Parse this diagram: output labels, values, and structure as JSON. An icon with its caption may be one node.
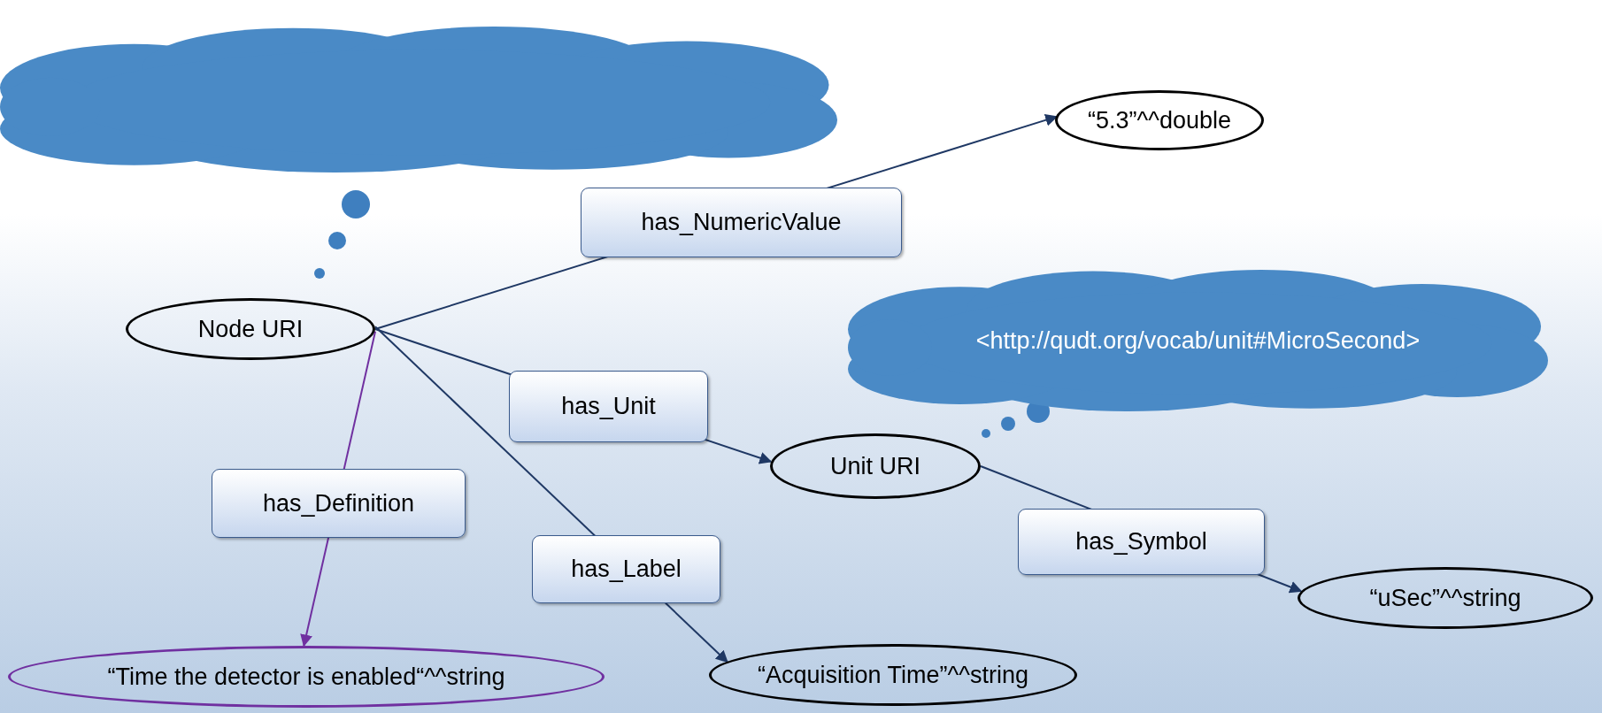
{
  "diagram": {
    "nodes": [
      {
        "text": [],
        "shape": "cloud"
      },
      {
        "text": [
          "Node URI"
        ]
      },
      {
        "text": [
          "“5.3”^^double"
        ]
      },
      {
        "text": [
          "<http://qudt.org/vocab/unit#MicroSecond>"
        ]
      },
      {
        "text": [
          "Unit URI"
        ]
      },
      {
        "text": [
          "“uSec”^^string"
        ]
      },
      {
        "text": [
          "“Time the detector is enabled“^^string"
        ]
      },
      {
        "text": [
          "“Acquisition Time”^^string"
        ]
      }
    ],
    "edges": [
      {
        "from": 1,
        "to": 2,
        "arrow": "to",
        "label": "has_NumericValue"
      },
      {
        "from": 1,
        "to": 4,
        "arrow": "to",
        "label": "has_Unit"
      },
      {
        "from": 4,
        "to": 5,
        "arrow": "to",
        "label": "has_Symbol"
      },
      {
        "from": 1,
        "to": 6,
        "arrow": "to",
        "label": "has_Definition",
        "color": "#7030a0"
      },
      {
        "from": 1,
        "to": 7,
        "arrow": "to",
        "label": "has_Label"
      }
    ]
  }
}
